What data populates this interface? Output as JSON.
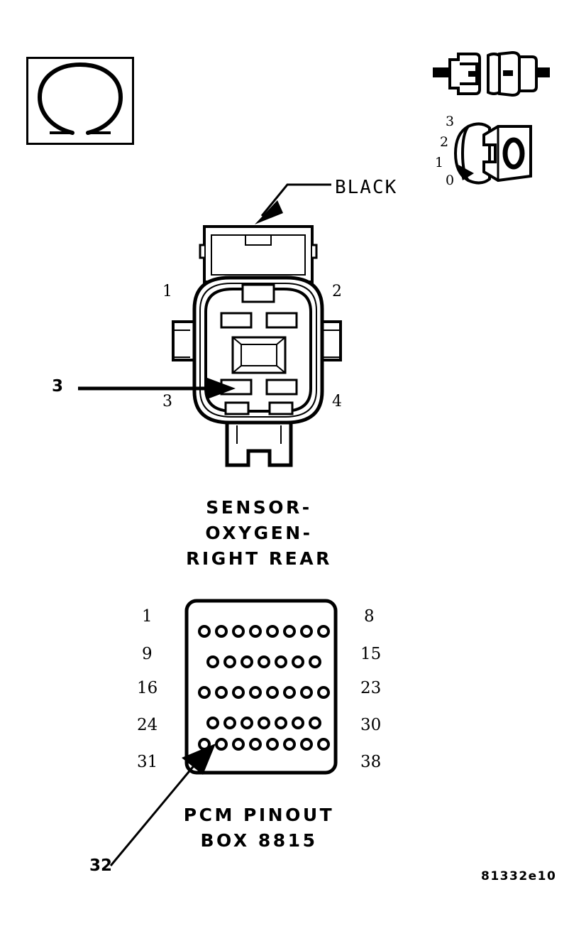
{
  "figure": {
    "code": "81332e10",
    "connector_color_label": "BLACK",
    "caption_line1": "SENSOR-",
    "caption_line2": "OXYGEN-",
    "caption_line3": "RIGHT REAR",
    "pcm_caption_line1": "PCM PINOUT",
    "pcm_caption_line2": "BOX 8815"
  },
  "icons": {
    "ohm_symbol": "ohm-icon",
    "connector_pair": "connector-pair-icon",
    "rotation_view": "rotation-view-icon"
  },
  "rotation_scale": {
    "values": [
      "3",
      "2",
      "1",
      "0"
    ]
  },
  "sensor_connector": {
    "callout": "3",
    "pins": [
      {
        "label": "1",
        "position": "top-left"
      },
      {
        "label": "2",
        "position": "top-right"
      },
      {
        "label": "3",
        "position": "bottom-left"
      },
      {
        "label": "4",
        "position": "bottom-right"
      }
    ]
  },
  "pcm_pinout": {
    "callout": "32",
    "left_labels": [
      "1",
      "9",
      "16",
      "24",
      "31"
    ],
    "right_labels": [
      "8",
      "15",
      "23",
      "30",
      "38"
    ],
    "rows": [
      {
        "start": "1",
        "end": "8",
        "count": 8,
        "offset": false
      },
      {
        "start": "9",
        "end": "15",
        "count": 7,
        "offset": true
      },
      {
        "start": "16",
        "end": "23",
        "count": 8,
        "offset": false
      },
      {
        "start": "24",
        "end": "30",
        "count": 7,
        "offset": true
      },
      {
        "start": "31",
        "end": "38",
        "count": 8,
        "offset": false
      }
    ],
    "total_pins": 38,
    "highlighted_pin": "32"
  },
  "colors": {
    "ink": "#000000",
    "background": "#ffffff"
  }
}
